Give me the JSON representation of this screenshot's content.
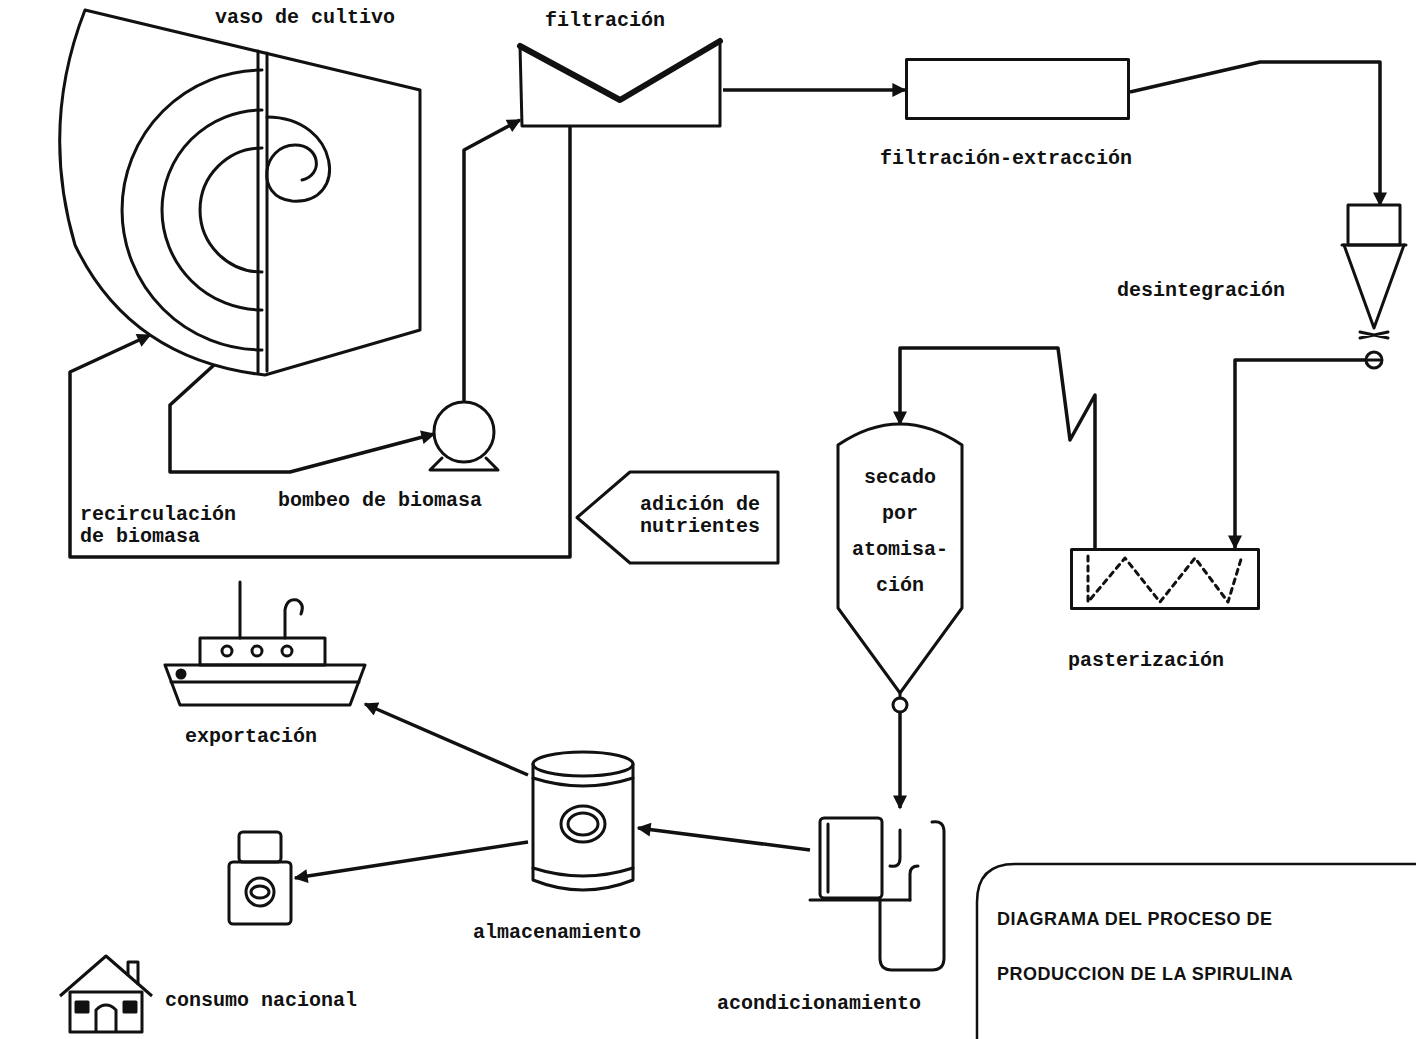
{
  "diagram": {
    "title": "DIAGRAMA DEL PROCESO DE PRODUCCION DE LA SPIRULINA",
    "nodes": [
      {
        "text": [
          "vaso de cultivo"
        ]
      },
      {
        "text": [
          "filtración"
        ]
      },
      {
        "text": [
          "filtración-extracción"
        ]
      },
      {
        "text": [
          "desintegración"
        ]
      },
      {
        "text": [
          "bombeo de biomasa"
        ]
      },
      {
        "text": [
          "adición de nutrientes"
        ]
      },
      {
        "text": [
          "secado por atomisa- ción"
        ]
      },
      {
        "text": [
          "pasterización"
        ]
      },
      {
        "text": [
          "exportación"
        ]
      },
      {
        "text": [
          "almacenamiento"
        ]
      },
      {
        "text": [
          "consumo nacional"
        ]
      },
      {
        "text": [
          "acondicionamiento"
        ]
      }
    ],
    "edges": [
      {
        "from": 0,
        "to": 4,
        "arrow": "to"
      },
      {
        "from": 4,
        "to": 1,
        "arrow": "to"
      },
      {
        "from": 1,
        "to": 0,
        "label": "recirculación de biomasa",
        "arrow": "to"
      },
      {
        "from": 1,
        "to": 2,
        "arrow": "to"
      },
      {
        "from": 2,
        "to": 3,
        "arrow": "to"
      },
      {
        "from": 3,
        "to": 7,
        "arrow": "to"
      },
      {
        "from": 7,
        "to": 6,
        "arrow": "to"
      },
      {
        "from": 6,
        "to": 11,
        "arrow": "to"
      },
      {
        "from": 11,
        "to": 9,
        "arrow": "to"
      },
      {
        "from": 9,
        "to": 8,
        "arrow": "to"
      },
      {
        "from": 9,
        "to": 10,
        "arrow": "to"
      }
    ]
  }
}
